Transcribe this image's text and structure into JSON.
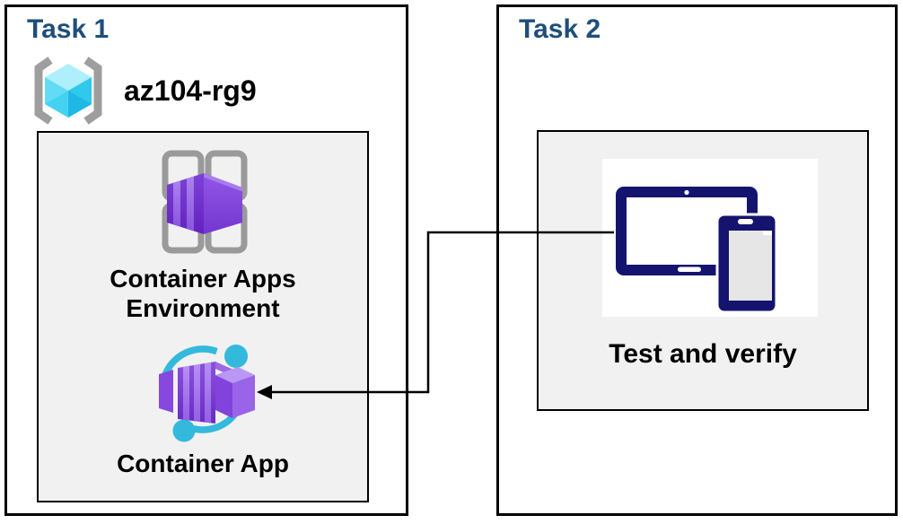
{
  "task1": {
    "title": "Task 1",
    "resource_group_name": "az104-rg9",
    "environment_label": "Container Apps Environment",
    "app_label": "Container App"
  },
  "task2": {
    "title": "Task 2",
    "verify_label": "Test and verify"
  },
  "icons": {
    "resource_group": "resource-group-icon",
    "container_apps_environment": "container-apps-environment-icon",
    "container_app": "container-app-icon",
    "devices": "tablet-and-phone-icon",
    "arrow": "arrow-left-connector"
  },
  "colors": {
    "task_title": "#1F4E79",
    "panel_border": "#000000",
    "inner_box_bg": "#F1F1F1",
    "bracket_gray": "#9E9E9E",
    "grid_gray": "#9A9A9A",
    "cube_cyan_top": "#AEEFFB",
    "cube_cyan_left": "#62DCF6",
    "cube_cyan_right": "#2FC9EC",
    "purple_dark": "#6D2FC6",
    "purple_mid": "#8149DD",
    "purple_light": "#A77BEA",
    "ring_cyan": "#33B9DC",
    "device_navy": "#14146E",
    "device_screen_gray": "#E6E6E6",
    "connector_black": "#000000"
  }
}
